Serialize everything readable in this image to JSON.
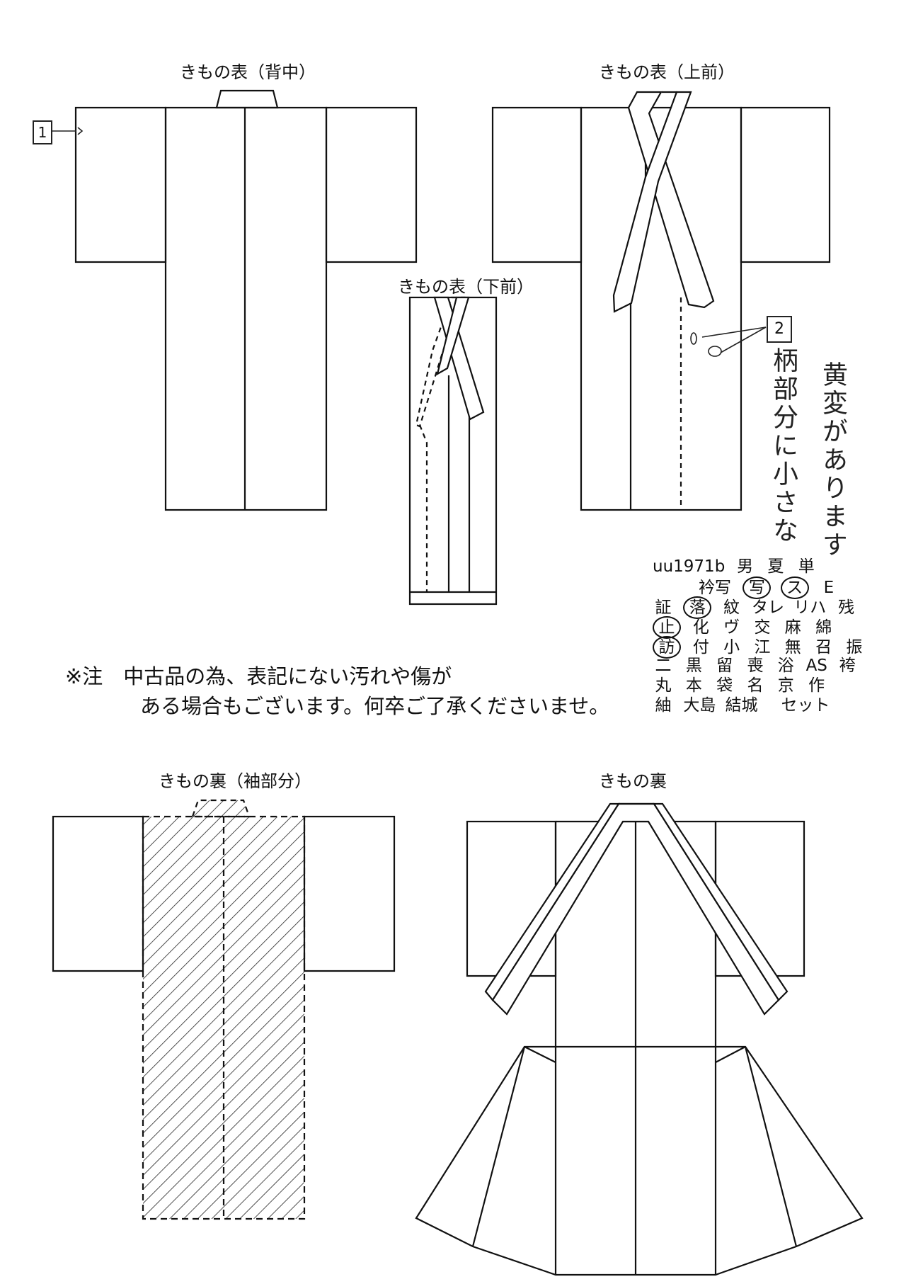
{
  "labels": {
    "back": "きもの表（背中）",
    "front_upper": "きもの表（上前）",
    "front_lower": "きもの表（下前）",
    "lining_sleeve": "きもの裏（袖部分）",
    "lining": "きもの裏"
  },
  "notes": {
    "line1": "※注　中古品の為、表記にない汚れや傷が",
    "line2": "ある場合もございます。何卒ご了承くださいませ。"
  },
  "handwritten": {
    "mark1": "1",
    "mark2": "2",
    "col1": "柄部分に小さな",
    "col2": "黄変があります"
  },
  "codes": {
    "id": "uu1971b",
    "row0": [
      "男",
      "夏",
      "単"
    ],
    "row1": [
      "衿写",
      "写",
      "ス",
      "E"
    ],
    "row2": [
      "証",
      "落",
      "紋",
      "タレ",
      "リハ",
      "残"
    ],
    "row3": [
      "止",
      "化",
      "ヴ",
      "交",
      "麻",
      "綿"
    ],
    "row4": [
      "訪",
      "付",
      "小",
      "江",
      "無",
      "召",
      "振"
    ],
    "row5": [
      "二",
      "黒",
      "留",
      "喪",
      "浴",
      "AS",
      "袴"
    ],
    "row6": [
      "丸",
      "本",
      "袋",
      "名",
      "京",
      "作"
    ],
    "row7": [
      "紬",
      "大島",
      "結城",
      "セット"
    ]
  }
}
